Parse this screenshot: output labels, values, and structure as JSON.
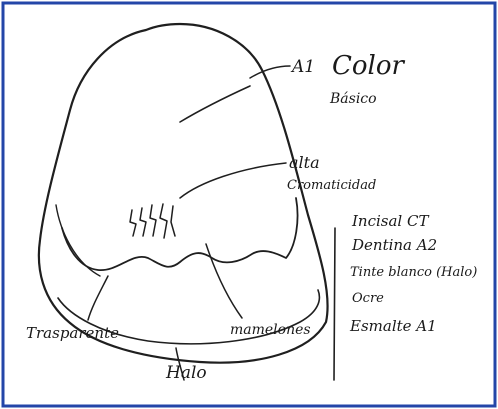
{
  "labels": {
    "color_code": "A1",
    "color_word": "Color",
    "basico": "Básico",
    "alta": "alta",
    "cromaticidad": "Cromaticidad",
    "transparente": "Trasparente",
    "halo": "Halo",
    "mamelones": "mamelones"
  },
  "notes": [
    "Incisal CT",
    "Dentina A2",
    "Tinte blanco (Halo)",
    "Ocre",
    "Esmalte A1"
  ],
  "colors": {
    "frame": "#2346a8",
    "ink": "#1f1f1f",
    "background": "#ffffff"
  }
}
